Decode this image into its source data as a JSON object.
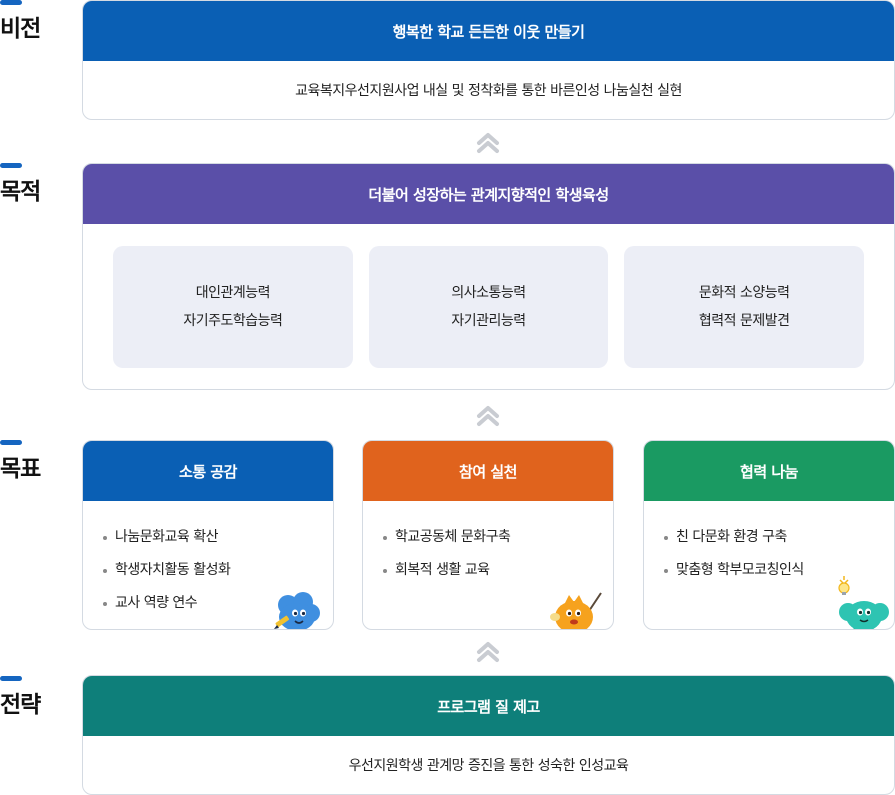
{
  "sections": {
    "vision": "비전",
    "purpose": "목적",
    "goal": "목표",
    "strategy": "전략"
  },
  "vision": {
    "title": "행복한 학교 든든한 이웃 만들기",
    "body": "교육복지우선지원사업 내실 및 정착화를 통한 바른인성 나눔실천 실현"
  },
  "purpose": {
    "title": "더불어 성장하는 관계지향적인 학생육성",
    "boxes": [
      [
        "대인관계능력",
        "자기주도학습능력"
      ],
      [
        "의사소통능력",
        "자기관리능력"
      ],
      [
        "문화적 소양능력",
        "협력적 문제발견"
      ]
    ]
  },
  "goals": [
    {
      "title": "소통 공감",
      "items": [
        "나눔문화교육 확산",
        "학생자치활동 활성화",
        "교사 역량 연수"
      ]
    },
    {
      "title": "참여 실천",
      "items": [
        "학교공동체 문화구축",
        "회복적 생활 교육"
      ]
    },
    {
      "title": "협력 나눔",
      "items": [
        "친 다문화 환경 구축",
        "맞춤형 학부모코칭인식"
      ]
    }
  ],
  "strategy": {
    "title": "프로그램 질 제고",
    "body": "우선지원학생 관계망 증진을 통한 성숙한 인성교육"
  },
  "icons": {
    "arrow": "double-chevron-up-icon",
    "mascot_blue": "blue-mascot-pencil-icon",
    "mascot_orange": "orange-mascot-pointer-icon",
    "mascot_teal": "teal-mascot-lightbulb-icon"
  },
  "colors": {
    "section_dash": "#1565c0",
    "vision_head": "#0a5fb4",
    "purpose_head": "#5a4fa8",
    "goal1_head": "#0a5fb4",
    "goal2_head": "#e0631d",
    "goal3_head": "#1a9a62",
    "strategy_head": "#0e7f7a",
    "box_bg": "#eceef6",
    "arrow": "#c9ccd2"
  }
}
